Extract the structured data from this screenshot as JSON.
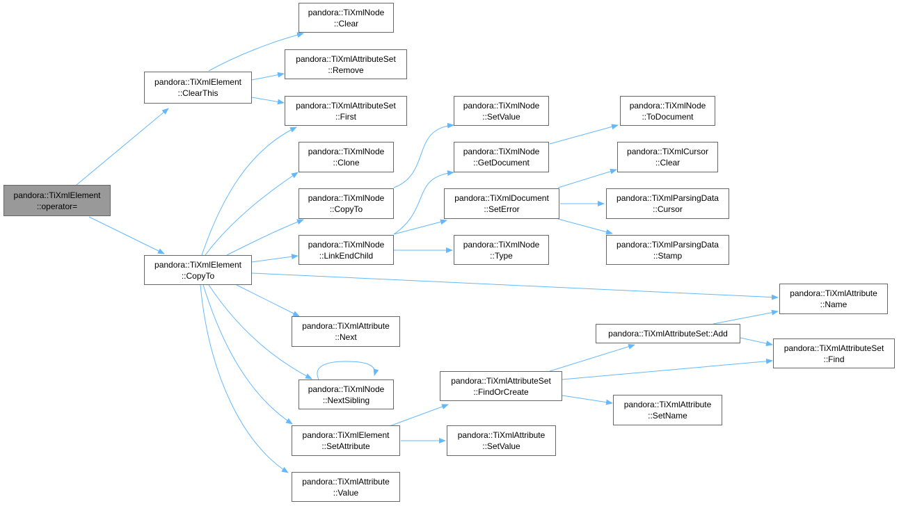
{
  "graph": {
    "edge_color": "#63b8ff",
    "root_fill": "#999999",
    "node_border": "#666666",
    "nodes": {
      "root": {
        "line1": "pandora::TiXmlElement",
        "line2": "::operator="
      },
      "clearthis": {
        "line1": "pandora::TiXmlElement",
        "line2": "::ClearThis"
      },
      "el_copyto": {
        "line1": "pandora::TiXmlElement",
        "line2": "::CopyTo"
      },
      "node_clear": {
        "line1": "pandora::TiXmlNode",
        "line2": "::Clear"
      },
      "as_remove": {
        "line1": "pandora::TiXmlAttributeSet",
        "line2": "::Remove"
      },
      "as_first": {
        "line1": "pandora::TiXmlAttributeSet",
        "line2": "::First"
      },
      "node_clone": {
        "line1": "pandora::TiXmlNode",
        "line2": "::Clone"
      },
      "node_copyto": {
        "line1": "pandora::TiXmlNode",
        "line2": "::CopyTo"
      },
      "node_link": {
        "line1": "pandora::TiXmlNode",
        "line2": "::LinkEndChild"
      },
      "attr_next": {
        "line1": "pandora::TiXmlAttribute",
        "line2": "::Next"
      },
      "node_nextsib": {
        "line1": "pandora::TiXmlNode",
        "line2": "::NextSibling"
      },
      "el_setattr": {
        "line1": "pandora::TiXmlElement",
        "line2": "::SetAttribute"
      },
      "attr_value": {
        "line1": "pandora::TiXmlAttribute",
        "line2": "::Value"
      },
      "node_setval": {
        "line1": "pandora::TiXmlNode",
        "line2": "::SetValue"
      },
      "node_getdoc": {
        "line1": "pandora::TiXmlNode",
        "line2": "::GetDocument"
      },
      "doc_seterr": {
        "line1": "pandora::TiXmlDocument",
        "line2": "::SetError"
      },
      "node_type": {
        "line1": "pandora::TiXmlNode",
        "line2": "::Type"
      },
      "node_todoc": {
        "line1": "pandora::TiXmlNode",
        "line2": "::ToDocument"
      },
      "cur_clear": {
        "line1": "pandora::TiXmlCursor",
        "line2": "::Clear"
      },
      "pd_cursor": {
        "line1": "pandora::TiXmlParsingData",
        "line2": "::Cursor"
      },
      "pd_stamp": {
        "line1": "pandora::TiXmlParsingData",
        "line2": "::Stamp"
      },
      "attr_name": {
        "line1": "pandora::TiXmlAttribute",
        "line2": "::Name"
      },
      "as_add": {
        "line1": "pandora::TiXmlAttributeSet::Add",
        "line2": ""
      },
      "as_find": {
        "line1": "pandora::TiXmlAttributeSet",
        "line2": "::Find"
      },
      "as_foc": {
        "line1": "pandora::TiXmlAttributeSet",
        "line2": "::FindOrCreate"
      },
      "attr_setname": {
        "line1": "pandora::TiXmlAttribute",
        "line2": "::SetName"
      },
      "attr_setval": {
        "line1": "pandora::TiXmlAttribute",
        "line2": "::SetValue"
      }
    }
  }
}
